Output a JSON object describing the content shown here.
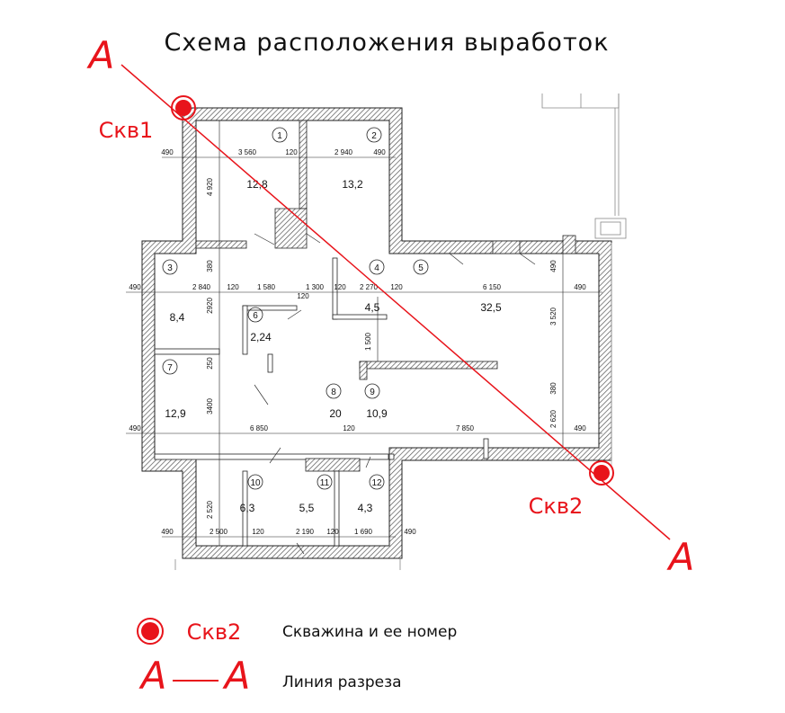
{
  "title": "Схема расположения выработок",
  "section_marks": {
    "start": "A",
    "end": "A"
  },
  "boreholes": [
    {
      "label": "Скв1"
    },
    {
      "label": "Скв2"
    }
  ],
  "rooms": [
    {
      "number": "1",
      "area": "12,8"
    },
    {
      "number": "2",
      "area": "13,2"
    },
    {
      "number": "3",
      "area": "8,4"
    },
    {
      "number": "4",
      "area": "4,5"
    },
    {
      "number": "5",
      "area": "32,5"
    },
    {
      "number": "6",
      "area": "2,24"
    },
    {
      "number": "7",
      "area": "12,9"
    },
    {
      "number": "8",
      "area": "20"
    },
    {
      "number": "9",
      "area": "10,9"
    },
    {
      "number": "10",
      "area": "6,3"
    },
    {
      "number": "11",
      "area": "5,5"
    },
    {
      "number": "12",
      "area": "4,3"
    }
  ],
  "dimensions": [
    "490",
    "3 560",
    "120",
    "2 940",
    "490",
    "4 920",
    "380",
    "490",
    "2 840",
    "120",
    "1 580",
    "1 300",
    "120",
    "2 270",
    "120",
    "6 150",
    "490",
    "2920",
    "120",
    "3 520",
    "490",
    "1 500",
    "250",
    "380",
    "3400",
    "490",
    "6 850",
    "120",
    "7 850",
    "2 620",
    "490",
    "2 520",
    "490",
    "2 500",
    "120",
    "2 190",
    "120",
    "1 690",
    "490"
  ],
  "legend": {
    "borehole_label": "Скв2",
    "borehole_text": "Скважина и ее номер",
    "section_a": "A",
    "section_b": "A",
    "section_text": "Линия разреза"
  },
  "colors": {
    "accent": "#e8141b",
    "wall": "#555555",
    "lines": "#111111"
  }
}
